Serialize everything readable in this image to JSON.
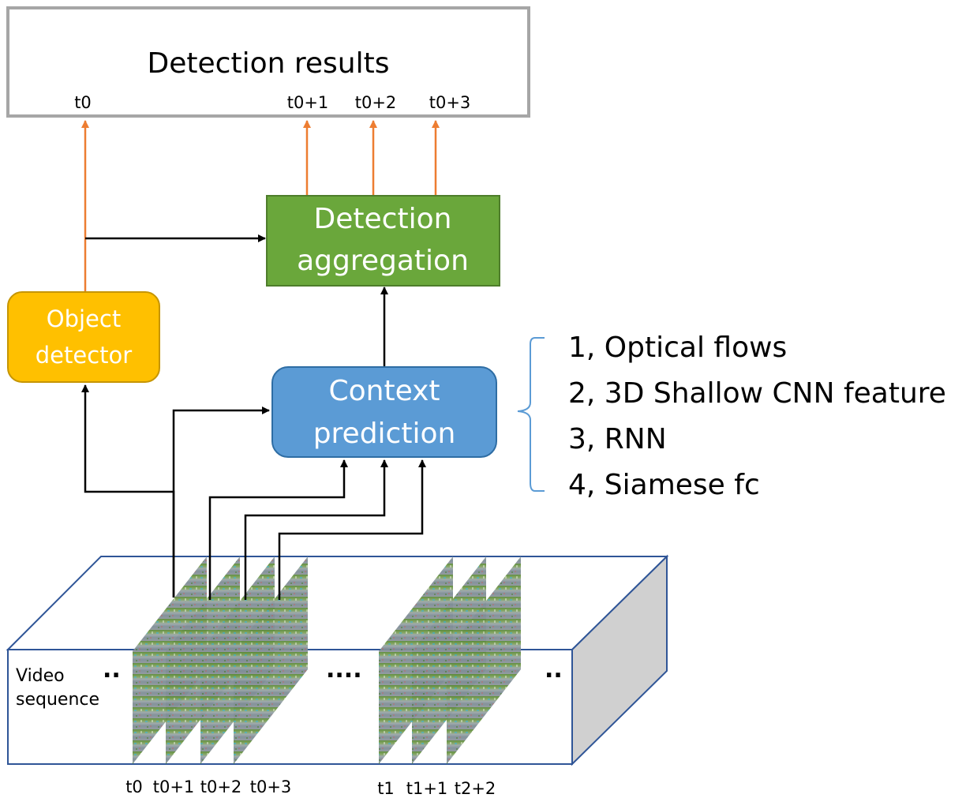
{
  "results_box": {
    "title": "Detection results",
    "time_labels": [
      "t0",
      "t0+1",
      "t0+2",
      "t0+3"
    ]
  },
  "aggregation_box": {
    "line1": "Detection",
    "line2": "aggregation",
    "color": "#6aa73b"
  },
  "detector_box": {
    "line1": "Object",
    "line2": "detector",
    "color": "#ffc000"
  },
  "context_box": {
    "line1": "Context",
    "line2": "prediction",
    "color": "#5b9bd5"
  },
  "methods": [
    "1, Optical flows",
    "2, 3D Shallow CNN feature",
    "3, RNN",
    "4, Siamese fc"
  ],
  "video": {
    "label_line1": "Video",
    "label_line2": "sequence",
    "dots_left": "..",
    "dots_middle": "....",
    "dots_right": "..",
    "frame_labels": [
      "t0",
      "t0+1",
      "t0+2",
      "t0+3",
      "t1",
      "t1+1",
      "t2+2"
    ]
  },
  "colors": {
    "orange_arrow": "#ed7d31",
    "black_arrow": "#000000",
    "cube_edge": "#2f5597",
    "cube_side": "#d0d0d0",
    "results_border": "#a6a6a6"
  }
}
